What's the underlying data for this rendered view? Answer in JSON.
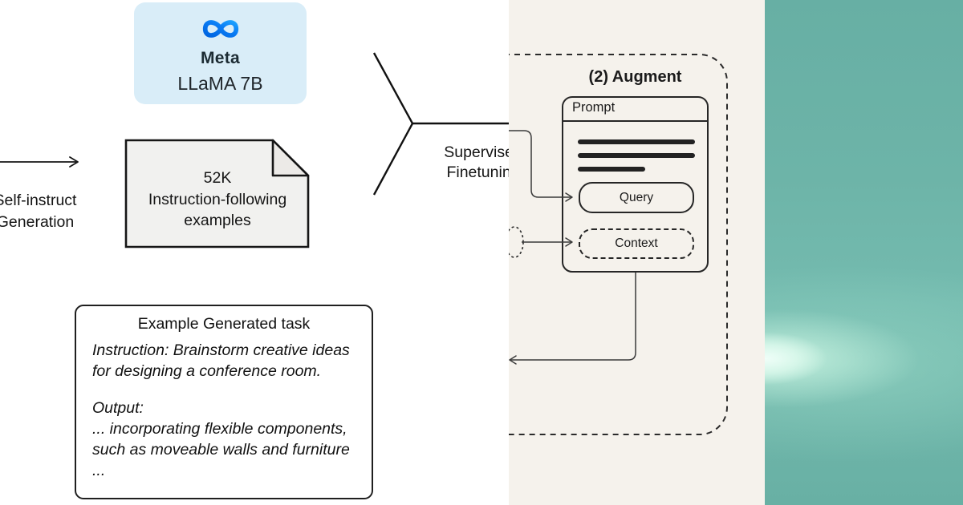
{
  "colors": {
    "left_bg": "#ffffff",
    "center_bg": "#f5f2ec",
    "meta_card_bg": "#d9edf8",
    "teal_base": "#6fb5aa",
    "teal_glow": "#d9fbee",
    "ink": "#1a1a1a",
    "logo_blue_start": "#0064e0",
    "logo_blue_end": "#1da2ff"
  },
  "left": {
    "meta_card": {
      "brand": "Meta",
      "model": "LLaMA 7B"
    },
    "self_instruct_label": {
      "line1": "Self-instruct",
      "line2": "Generation"
    },
    "document_note": {
      "line1": "52K",
      "line2": "Instruction-following",
      "line3": "examples"
    },
    "branch_label": {
      "line1": "Supervised",
      "line2": "Finetuning"
    },
    "example_box": {
      "title": "Example Generated task",
      "instruction": "Instruction: Brainstorm creative ideas for designing a conference room.",
      "output_label": "Output:",
      "output_body": "... incorporating flexible components, such as moveable walls and furniture ..."
    }
  },
  "center": {
    "heading": "(2) Augment",
    "prompt_title": "Prompt",
    "query_label": "Query",
    "context_label": "Context"
  }
}
